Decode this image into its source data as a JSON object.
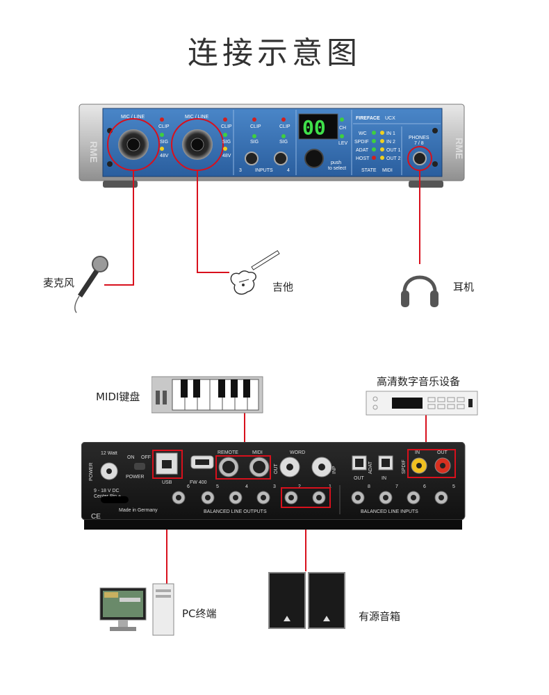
{
  "title": "连接示意图",
  "front_panel": {
    "mic_line_1": "MIC / LINE",
    "mic_line_2": "MIC / LINE",
    "clip": "CLIP",
    "sig": "SIG",
    "v48": "48V",
    "inputs": "INPUTS",
    "input_3": "3",
    "input_4": "4",
    "display": "00",
    "ch": "CH",
    "lev": "LEV",
    "push": "push",
    "to_select": "to select",
    "model": "FIREFACE",
    "model_suffix": "UCX",
    "status_labels": [
      "WC",
      "SPDIF",
      "ADAT",
      "HOST"
    ],
    "midi_labels": [
      "IN 1",
      "IN 2",
      "OUT 1",
      "OUT 2"
    ],
    "state": "STATE",
    "midi": "MIDI",
    "phones": "PHONES",
    "phones_ch": "7 / 8",
    "brand": "RME"
  },
  "back_panel": {
    "power": "POWER",
    "watts": "12 Watt",
    "on": "ON",
    "off": "OFF",
    "power2": "POWER",
    "usb": "USB",
    "fw": "FW 400",
    "remote": "REMOTE",
    "midi": "MIDI",
    "word": "WORD",
    "out": "OUT",
    "inp": "INP",
    "adat": "ADAT",
    "out2": "OUT",
    "in2": "IN",
    "spdif": "SPDIF",
    "spdif_in": "IN",
    "spdif_out": "OUT",
    "dc": "9 - 18 V DC",
    "center": "Center Pin +",
    "made": "Made in Germany",
    "bal_out": "BALANCED LINE OUTPUTS",
    "bal_in": "BALANCED LINE INPUTS",
    "out_nums": [
      "6",
      "5",
      "4",
      "3",
      "2",
      "1"
    ],
    "in_nums": [
      "8",
      "7",
      "6",
      "5"
    ]
  },
  "devices": {
    "microphone": "麦克风",
    "guitar": "吉他",
    "headphones": "耳机",
    "midi_keyboard": "MIDI键盘",
    "hd_digital": "高清数字音乐设备",
    "pc": "PC终端",
    "speakers": "有源音箱"
  },
  "colors": {
    "panel_blue": "#2f6fb5",
    "wire_red": "#d8101c",
    "led_green": "#3fcf3f",
    "led_red": "#d02020",
    "led_yellow": "#f0d020"
  }
}
